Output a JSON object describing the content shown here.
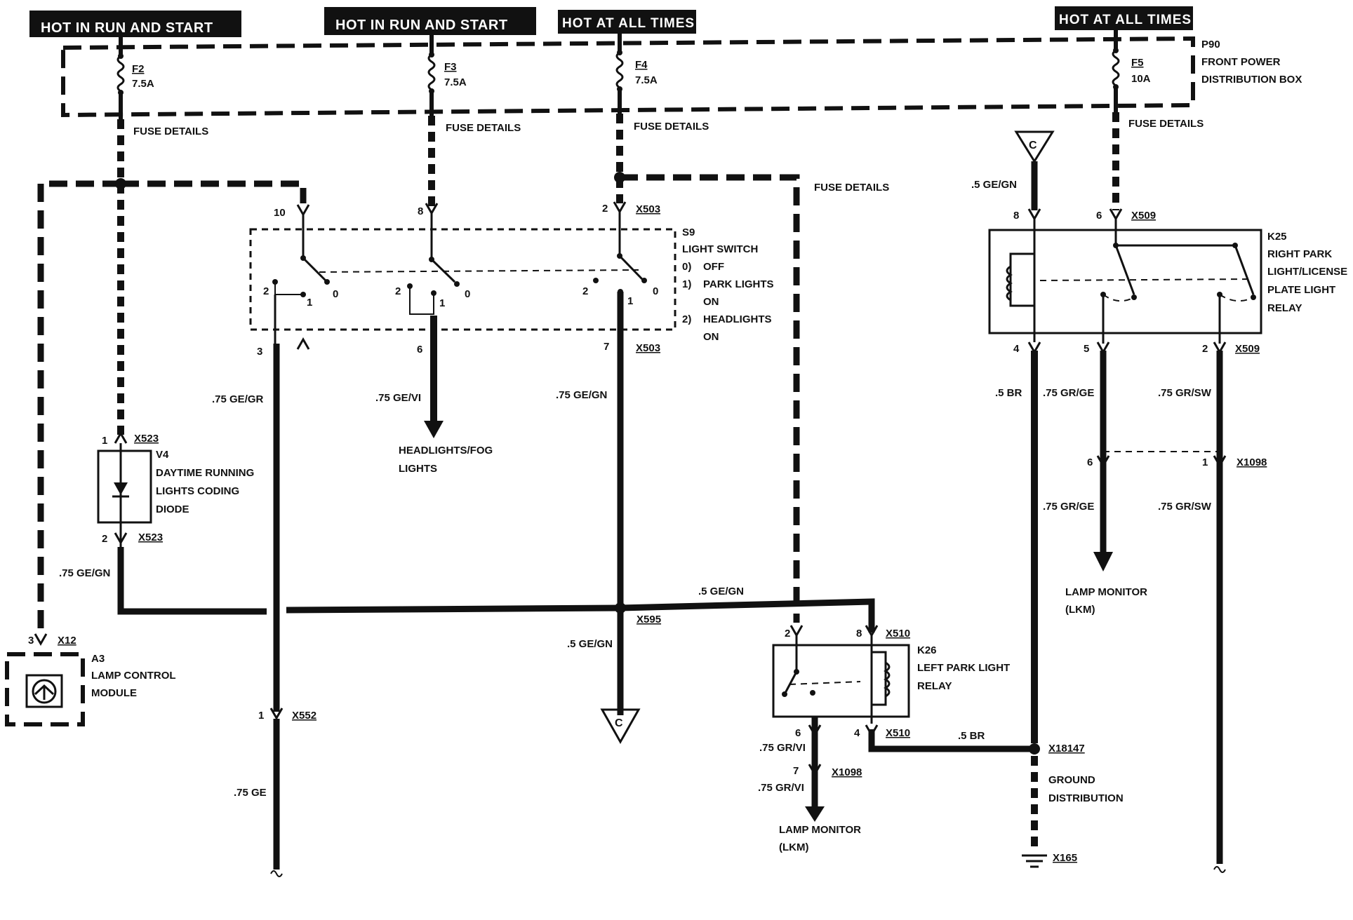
{
  "headers": {
    "h1": "HOT IN RUN AND START",
    "h2": "HOT IN RUN AND START",
    "h3": "HOT AT ALL TIMES",
    "h4": "HOT AT ALL TIMES"
  },
  "fuses": {
    "f2": {
      "id": "F2",
      "rating": "7.5A"
    },
    "f3": {
      "id": "F3",
      "rating": "7.5A"
    },
    "f4": {
      "id": "F4",
      "rating": "7.5A"
    },
    "f5": {
      "id": "F5",
      "rating": "10A"
    }
  },
  "p90": {
    "id": "P90",
    "line1": "FRONT POWER",
    "line2": "DISTRIBUTION BOX"
  },
  "fuse_details": "FUSE DETAILS",
  "s9": {
    "id": "S9",
    "title": "LIGHT SWITCH",
    "states": [
      {
        "num": "0)",
        "text": "OFF"
      },
      {
        "num": "1)",
        "text": "PARK LIGHTS"
      },
      {
        "num": "",
        "text": "ON"
      },
      {
        "num": "2)",
        "text": "HEADLIGHTS"
      },
      {
        "num": "",
        "text": "ON"
      }
    ],
    "top_pins": [
      "10",
      "8",
      "2"
    ],
    "top_conn": "X503",
    "bottom_pins": [
      "3",
      "6",
      "7"
    ],
    "bottom_conn": "X503",
    "contacts": [
      "2",
      "1",
      "0"
    ]
  },
  "k25": {
    "id": "K25",
    "lines": [
      "RIGHT PARK",
      "LIGHT/LICENSE",
      "PLATE LIGHT",
      "RELAY"
    ],
    "top_pins": [
      "8",
      "6"
    ],
    "top_conn": "X509",
    "bottom_pins": [
      "4",
      "5",
      "2"
    ],
    "bottom_conn": "X509"
  },
  "k26": {
    "id": "K26",
    "lines": [
      "LEFT PARK LIGHT",
      "RELAY"
    ],
    "top_pins": [
      "2",
      "8"
    ],
    "top_conn": "X510",
    "bottom_pins": [
      "6",
      "4"
    ],
    "bottom_conn": "X510"
  },
  "v4": {
    "id": "V4",
    "lines": [
      "DAYTIME RUNNING",
      "LIGHTS CODING",
      "DIODE"
    ],
    "pin_top": "1",
    "pin_bottom": "2",
    "conn": "X523"
  },
  "a3": {
    "id": "A3",
    "lines": [
      "LAMP CONTROL",
      "MODULE"
    ],
    "pin": "3",
    "conn": "X12"
  },
  "connector_c": "C",
  "wires": {
    "ge_gr": ".75 GE/GR",
    "ge_vi": ".75 GE/VI",
    "ge_gn75": ".75 GE/GN",
    "ge_gn75_left": ".75 GE/GN",
    "ge_gn5_top": ".5 GE/GN",
    "ge_gn5_mid": ".5 GE/GN",
    "ge_gn5_low": ".5 GE/GN",
    "ge": ".75 GE",
    "br5": ".5 BR",
    "br5_b": ".5 BR",
    "gr_ge": ".75 GR/GE",
    "gr_ge_b": ".75 GR/GE",
    "gr_sw": ".75 GR/SW",
    "gr_sw_b": ".75 GR/SW",
    "gr_vi": ".75 GR/VI",
    "gr_vi_b": ".75 GR/VI"
  },
  "destinations": {
    "headlights": [
      "HEADLIGHTS/FOG",
      "LIGHTS"
    ],
    "lamp_monitor_right": [
      "LAMP MONITOR",
      "(LKM)"
    ],
    "lamp_monitor_left": [
      "LAMP MONITOR",
      "(LKM)"
    ],
    "ground": [
      "GROUND",
      "DISTRIBUTION"
    ]
  },
  "connectors": {
    "x552": "X552",
    "x595": "X595",
    "x1098_right": "X1098",
    "x1098_left": "X1098",
    "x18147": "X18147",
    "x165": "X165"
  },
  "pins": {
    "x552_pin": "1",
    "x1098r_a": "6",
    "x1098r_b": "1",
    "x1098l": "7"
  }
}
